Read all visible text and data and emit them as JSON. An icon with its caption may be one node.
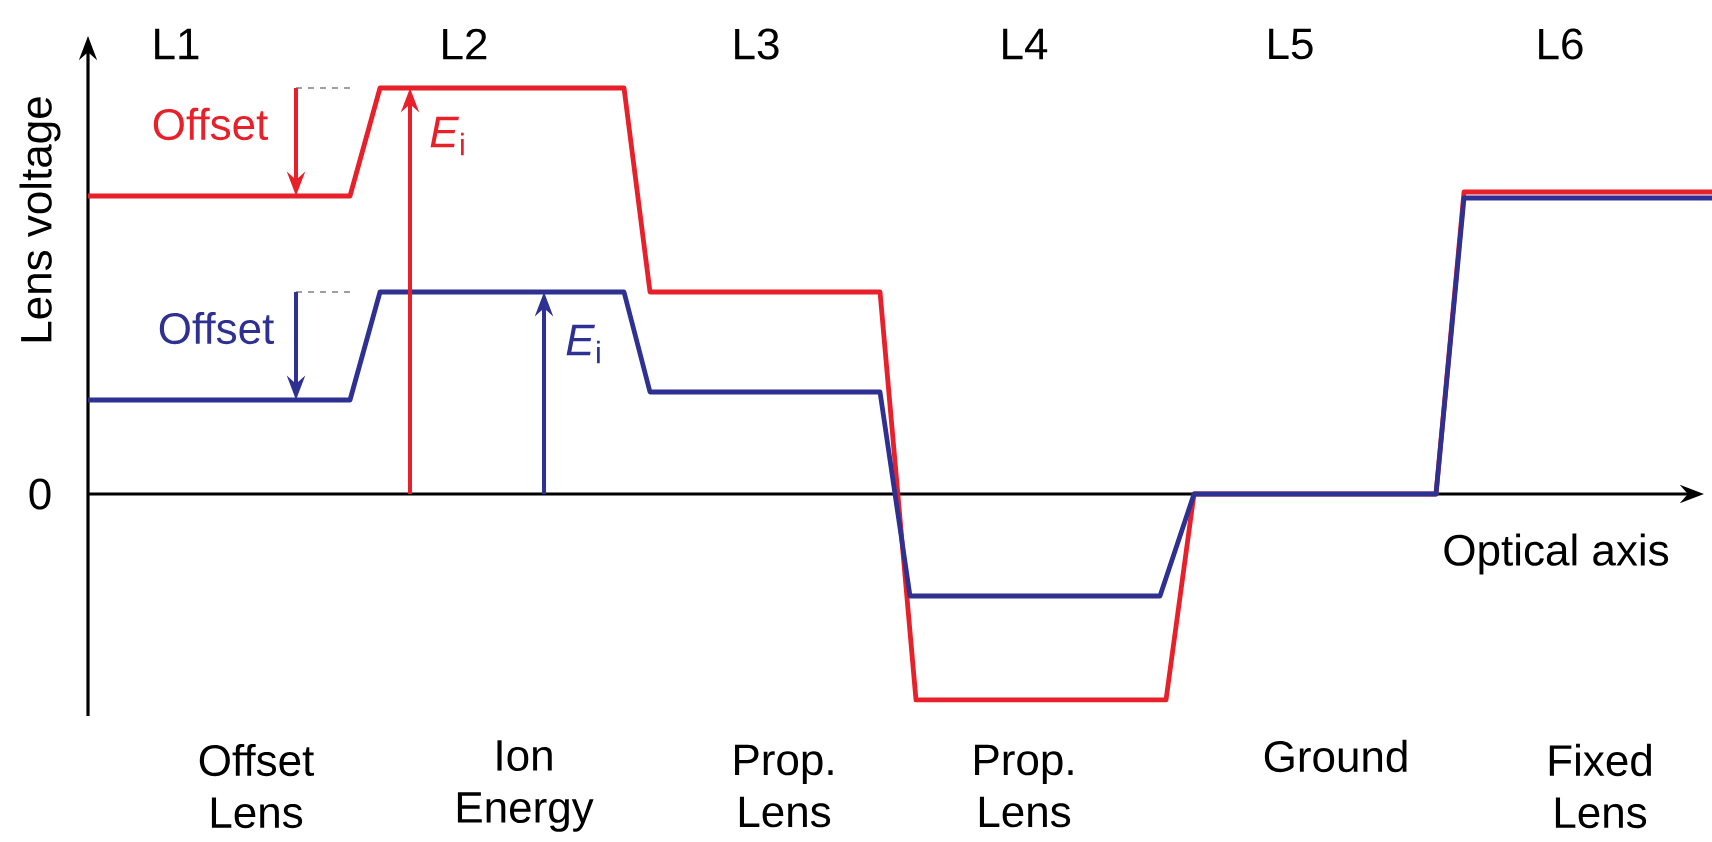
{
  "diagram": {
    "labels": [
      "L1",
      "L2",
      "L3",
      "L4",
      "L5",
      "L6",
      "Lens voltage",
      "Offset",
      "*E*$_{i}$",
      "Offset",
      "*E*$_{i}$",
      "0",
      "Optical axis",
      "Offset Lens",
      "Ion Energy",
      "Prop. Lens",
      "Prop. Lens",
      "Ground",
      "Fixed Lens"
    ]
  }
}
